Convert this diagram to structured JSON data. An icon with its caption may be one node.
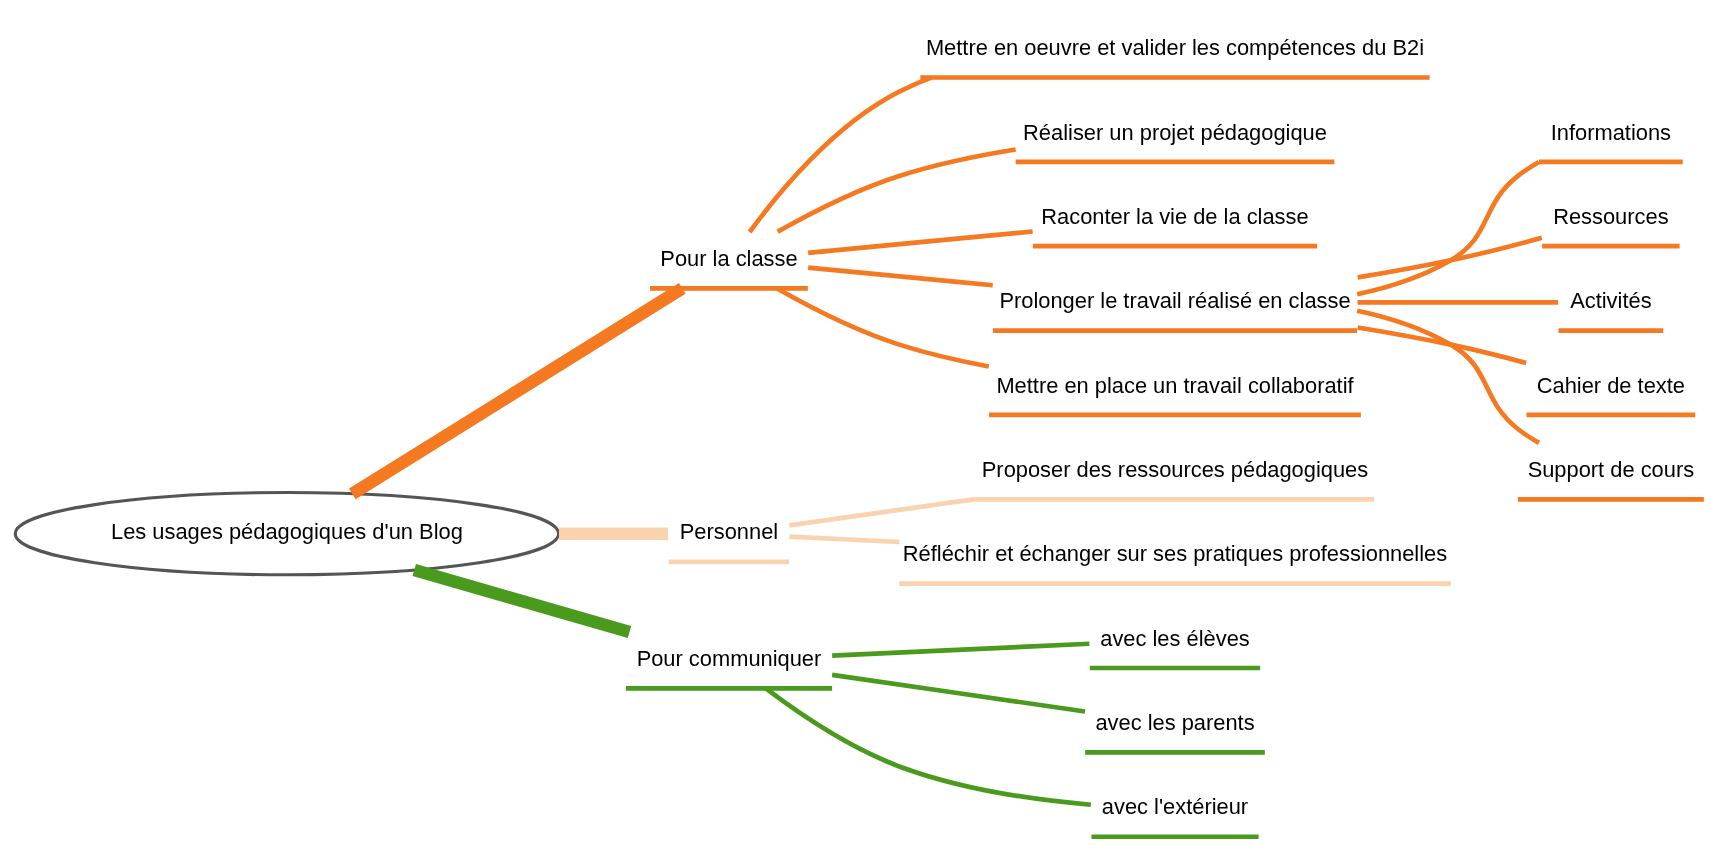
{
  "diagram": {
    "nodes": [
      {
        "text": [
          "Les usages pédagogiques d'un Blog"
        ]
      },
      {
        "text": [
          "Pour la classe"
        ]
      },
      {
        "text": [
          "Mettre en oeuvre et valider les compétences du B2i"
        ]
      },
      {
        "text": [
          "Réaliser un projet pédagogique"
        ]
      },
      {
        "text": [
          "Raconter la vie de la classe"
        ]
      },
      {
        "text": [
          "Prolonger le travail réalisé en classe"
        ]
      },
      {
        "text": [
          "Informations"
        ]
      },
      {
        "text": [
          "Ressources"
        ]
      },
      {
        "text": [
          "Activités"
        ]
      },
      {
        "text": [
          "Cahier de texte"
        ]
      },
      {
        "text": [
          "Support de cours"
        ]
      },
      {
        "text": [
          "Mettre en place un travail collaboratif"
        ]
      },
      {
        "text": [
          "Personnel"
        ]
      },
      {
        "text": [
          "Proposer des ressources pédagogiques"
        ]
      },
      {
        "text": [
          "Réfléchir et échanger sur ses pratiques professionnelles"
        ]
      },
      {
        "text": [
          "Pour communiquer"
        ]
      },
      {
        "text": [
          "avec les élèves"
        ]
      },
      {
        "text": [
          "avec les parents"
        ]
      },
      {
        "text": [
          "avec l'extérieur"
        ]
      }
    ],
    "edges": [
      {
        "from": 0,
        "to": 1,
        "arrow": "none",
        "style": "thick"
      },
      {
        "from": 1,
        "to": 2,
        "arrow": "none"
      },
      {
        "from": 1,
        "to": 3,
        "arrow": "none"
      },
      {
        "from": 1,
        "to": 4,
        "arrow": "none"
      },
      {
        "from": 1,
        "to": 5,
        "arrow": "none"
      },
      {
        "from": 5,
        "to": 6,
        "arrow": "none"
      },
      {
        "from": 5,
        "to": 7,
        "arrow": "none"
      },
      {
        "from": 5,
        "to": 8,
        "arrow": "none"
      },
      {
        "from": 5,
        "to": 9,
        "arrow": "none"
      },
      {
        "from": 5,
        "to": 10,
        "arrow": "none"
      },
      {
        "from": 1,
        "to": 11,
        "arrow": "none"
      },
      {
        "from": 0,
        "to": 12,
        "arrow": "none",
        "style": "thick",
        "color": "#f9d3b0"
      },
      {
        "from": 12,
        "to": 13,
        "arrow": "none",
        "color": "#f9d3b0"
      },
      {
        "from": 12,
        "to": 14,
        "arrow": "none",
        "color": "#f9d3b0"
      },
      {
        "from": 0,
        "to": 15,
        "arrow": "none",
        "style": "thick",
        "color": "#4a9a1e"
      },
      {
        "from": 15,
        "to": 16,
        "arrow": "none",
        "color": "#4a9a1e"
      },
      {
        "from": 15,
        "to": 17,
        "arrow": "none",
        "color": "#4a9a1e"
      },
      {
        "from": 15,
        "to": 18,
        "arrow": "none",
        "color": "#4a9a1e"
      }
    ]
  }
}
